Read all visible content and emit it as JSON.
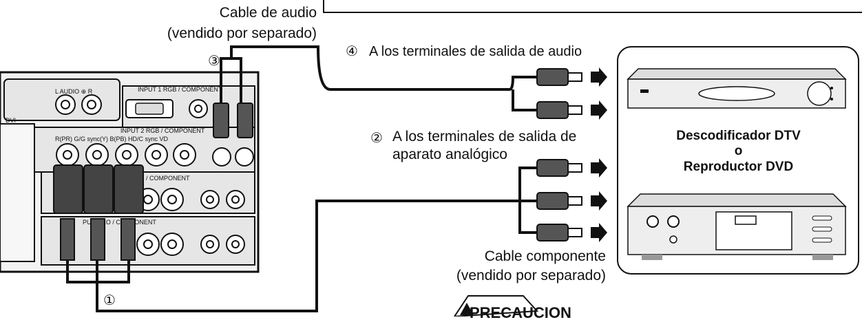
{
  "cable_audio": {
    "title": "Cable de audio",
    "note": "(vendido por separado)"
  },
  "step_labels": {
    "step4": "④",
    "step4_text": "A los terminales de salida de audio",
    "step2": "②",
    "step2_line1": "A los terminales de salida de",
    "step2_line2": "aparato analógico",
    "step3": "③",
    "step1": "①"
  },
  "device": {
    "line1": "Descodificador DTV",
    "line2": "o",
    "line3": "Reproductor DVD"
  },
  "cable_component": {
    "title": "Cable componente",
    "note": "(vendido por separado)"
  },
  "caution": {
    "text": "PRECAUCION"
  },
  "projector_panel": {
    "audio_label": "L  AUDIO ⊕  R",
    "input1_label": "INPUT 1  RGB / COMPONENT",
    "input2_label": "INPUT 2  RGB / COMPONENT",
    "input2_ports": "R(PR)  G/G sync(Y)  B(PB)  HD/C sync   VD",
    "component_label": "/ COMPONENT",
    "input5_label": "PUT 5   EO / COMPONENT",
    "dvi_label": "DVI"
  },
  "colors": {
    "line": "#111111",
    "panel": "#ececec",
    "connector": "#333333"
  }
}
